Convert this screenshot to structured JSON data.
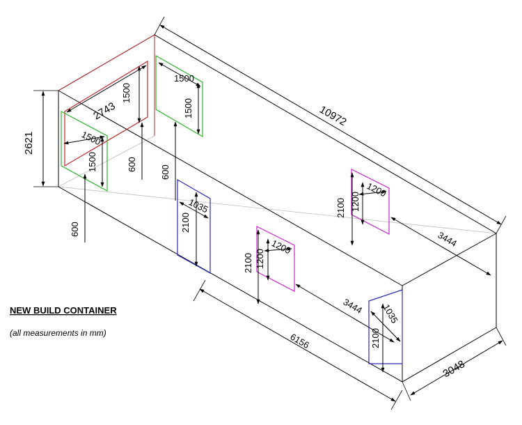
{
  "title": "NEW BUILD CONTAINER",
  "note": "(all measurements in mm)",
  "colors": {
    "outline": "#000000",
    "hidden_edges": "#bdbdbd",
    "end_window_red": "#c0282d",
    "window_green": "#2bb32b",
    "window_magenta": "#cc22cc",
    "door_blue": "#2a2ab8"
  },
  "dimensions": {
    "overall_length": "10972",
    "overall_height": "2621",
    "overall_width": "3048",
    "side_segment": "6156",
    "end_window_width": "2743",
    "end_window_height": "1500",
    "green_end_width": "1500",
    "green_end_height": "1500",
    "green_end_sill": "600",
    "red_window_sill": "600",
    "green_side_width": "1500",
    "green_side_height": "1500",
    "green_side_sill": "600",
    "door_left_width": "1035",
    "door_left_height": "2100",
    "door_right_width": "1035",
    "door_right_height": "2100",
    "magenta_front_width": "1200",
    "magenta_front_height": "1200",
    "magenta_front_top": "2100",
    "magenta_back_width": "1200",
    "magenta_back_height": "1200",
    "magenta_back_top": "2100",
    "offset_front": "3444",
    "offset_back": "3444"
  }
}
